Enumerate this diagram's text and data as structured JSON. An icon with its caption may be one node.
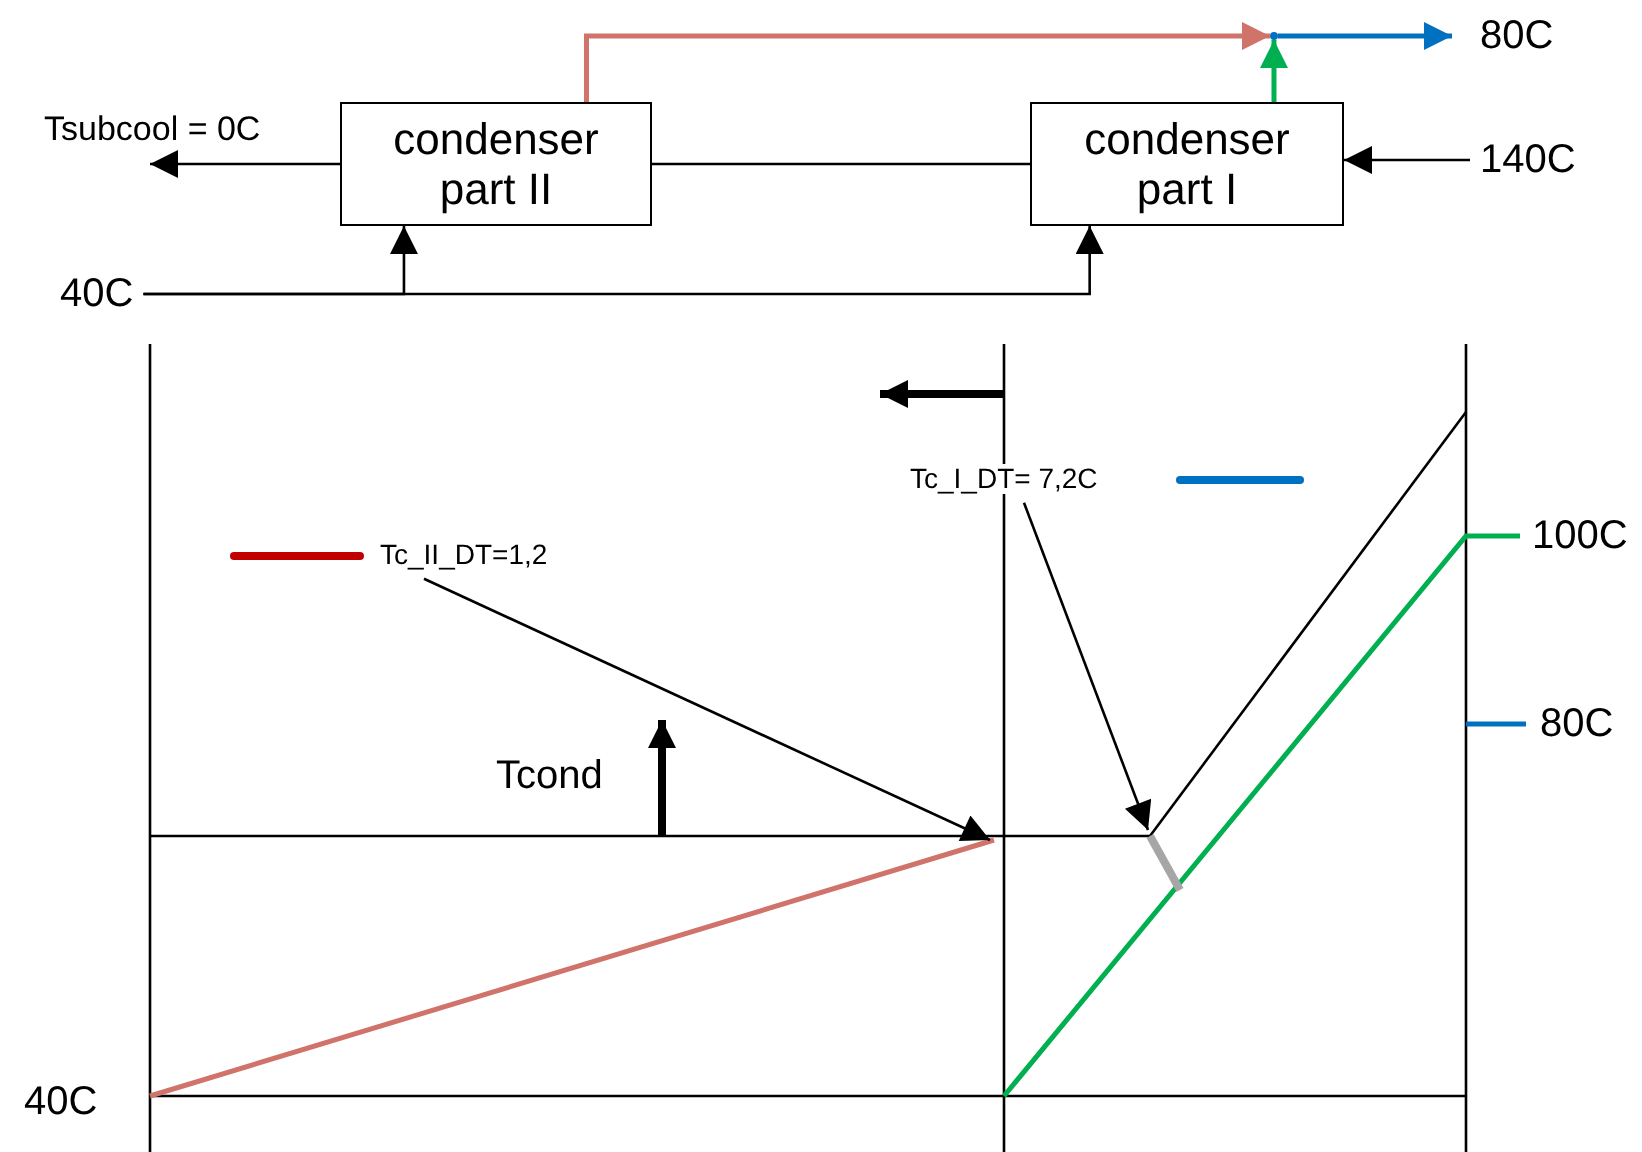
{
  "diagram": {
    "nodes": [
      {
        "text": [],
        "shape": "point"
      },
      {
        "text": [
          "80C"
        ]
      },
      {
        "text": [
          "Tsubcool = 0C"
        ]
      },
      {
        "text": [
          "condenser part II"
        ]
      },
      {
        "text": [
          "condenser part I"
        ]
      },
      {
        "text": [
          "140C"
        ]
      },
      {
        "text": [
          "40C"
        ]
      },
      {
        "text": [
          "Tc_I_DT= 7,2C"
        ]
      },
      {
        "text": [
          "Tc_II_DT=1,2"
        ]
      }
    ],
    "edges": [
      {
        "from": 3,
        "to": 0,
        "arrow": "to",
        "color": "#d0736b"
      },
      {
        "from": 4,
        "to": 0,
        "arrow": "to",
        "color": "#00b050"
      },
      {
        "from": 0,
        "to": 1,
        "arrow": "to",
        "color": "#0070c0"
      },
      {
        "from": 3,
        "to": 2,
        "arrow": "to"
      },
      {
        "from": 4,
        "to": 3,
        "arrow": "none"
      },
      {
        "from": 5,
        "to": 4,
        "arrow": "to"
      },
      {
        "from": 6,
        "to": 3,
        "arrow": "to"
      },
      {
        "from": 6,
        "to": 4,
        "arrow": "to"
      },
      {
        "from": 8,
        "to": null,
        "arrow": "to"
      },
      {
        "from": 7,
        "to": null,
        "arrow": "to"
      }
    ],
    "labels": [
      "Tcond",
      "100C",
      "80C",
      "40C"
    ]
  }
}
